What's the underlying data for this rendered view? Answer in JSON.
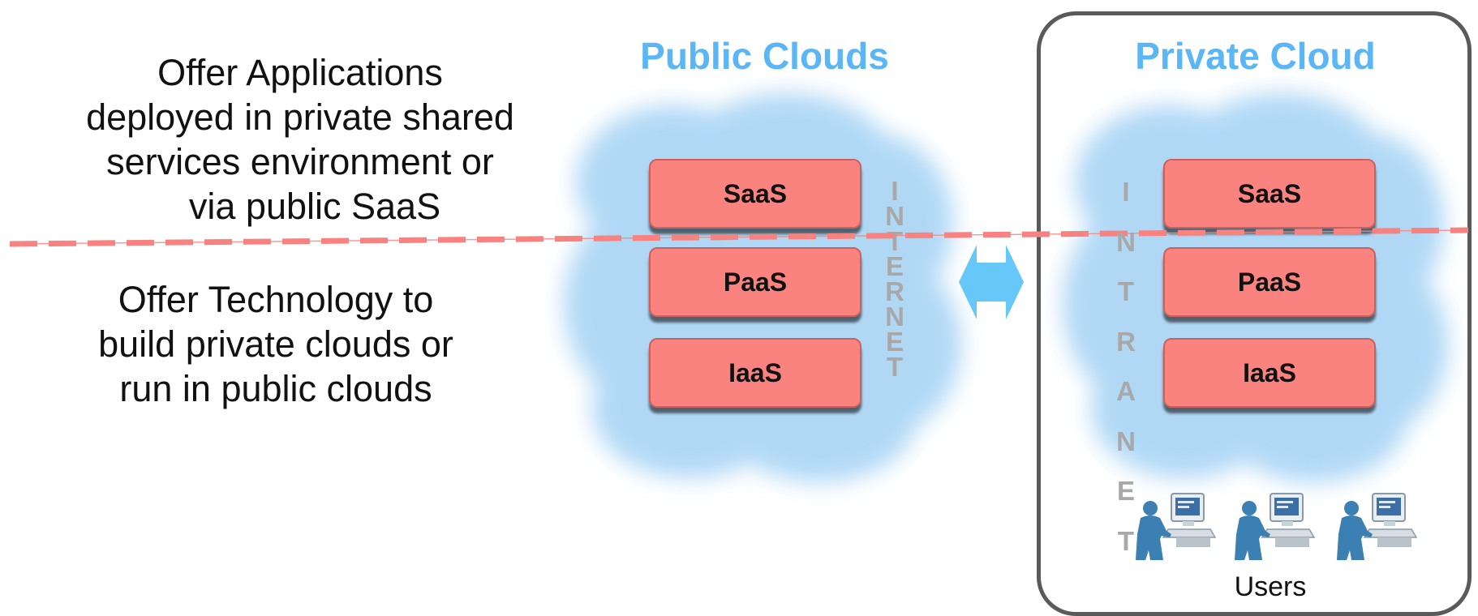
{
  "left_text": {
    "applications_lines": [
      "Offer Applications",
      "deployed in private shared",
      "services environment or",
      "via public SaaS"
    ],
    "technology_lines": [
      "Offer Technology to",
      "build private clouds or",
      "run in public clouds"
    ]
  },
  "public_cloud": {
    "title": "Public Clouds",
    "layers": [
      "SaaS",
      "PaaS",
      "IaaS"
    ],
    "network_letters": [
      "I",
      "N",
      "T",
      "E",
      "R",
      "N",
      "E",
      "T"
    ]
  },
  "private_cloud": {
    "title": "Private Cloud",
    "layers": [
      "SaaS",
      "PaaS",
      "IaaS"
    ],
    "network_letters": [
      "I",
      "N",
      "T",
      "R",
      "A",
      "N",
      "E",
      "T"
    ],
    "users_label": "Users"
  },
  "colors": {
    "heading": "#5bb6f5",
    "layer_fill": "#fa8380",
    "divider": "#f7827f",
    "cloud": "#a8d4f5",
    "arrow": "#66c8f8",
    "network_letters": "#a8a8a8",
    "frame": "#5a5a5a",
    "user_icon": "#3b7fb3"
  },
  "icons": {
    "arrow": "double-arrow-icon",
    "user": "user-at-computer-icon"
  }
}
